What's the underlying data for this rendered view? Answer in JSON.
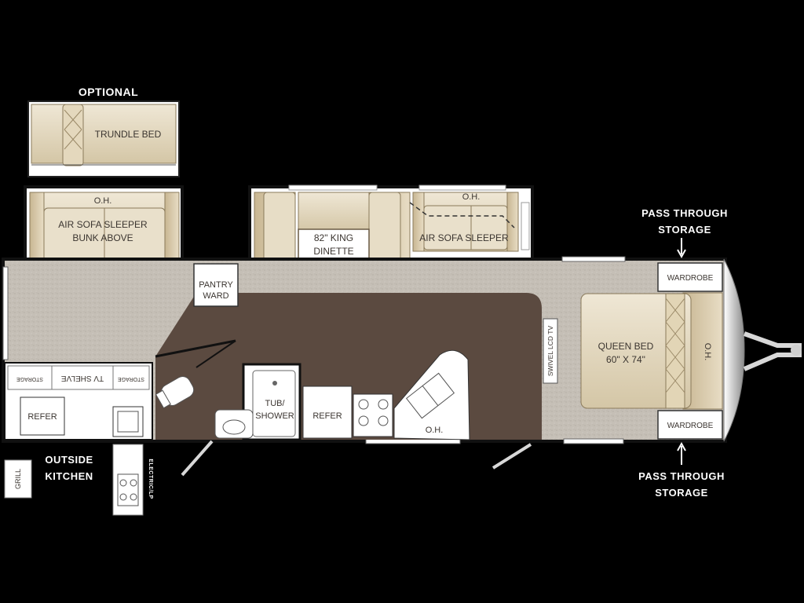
{
  "labels": {
    "optional": "OPTIONAL",
    "trundle_bed": "TRUNDLE BED",
    "oh_left": "O.H.",
    "air_sofa_sleeper_left_1": "AIR SOFA SLEEPER",
    "air_sofa_sleeper_left_2": "BUNK ABOVE",
    "pantry_1": "PANTRY",
    "pantry_2": "WARD",
    "dinette_1": "82\" KING",
    "dinette_2": "DINETTE",
    "oh_center": "O.H.",
    "air_sofa_sleeper_right": "AIR SOFA SLEEPER",
    "pass_through_top_1": "PASS THROUGH",
    "pass_through_top_2": "STORAGE",
    "wardrobe_top": "WARDROBE",
    "queen_bed_1": "QUEEN BED",
    "queen_bed_2": "60\" X 74\"",
    "oh_bedroom": "O.H.",
    "wardrobe_bottom": "WARDROBE",
    "swivel_lcd_tv": "SWIVEL LCD TV",
    "storage_left": "STORAGE",
    "tv_shelve": "TV SHELVE",
    "storage_right": "STORAGE",
    "refer_outside": "REFER",
    "tub_shower_1": "TUB/",
    "tub_shower_2": "SHOWER",
    "refer_kitchen": "REFER",
    "oh_kitchen": "O.H.",
    "outside_kitchen_1": "OUTSIDE",
    "outside_kitchen_2": "KITCHEN",
    "grill": "GRILL",
    "pass_through_bottom_1": "PASS THROUGH",
    "pass_through_bottom_2": "STORAGE",
    "electric_lp": "ELECTRIC/LP"
  },
  "colors": {
    "background": "#000000",
    "carpet": "#c8c3bb",
    "floor": "#5b4a40",
    "furniture": "#d8cdb4",
    "furniture_dark": "#b9a98a",
    "wall": "#1a1a1a",
    "white": "#ffffff"
  }
}
